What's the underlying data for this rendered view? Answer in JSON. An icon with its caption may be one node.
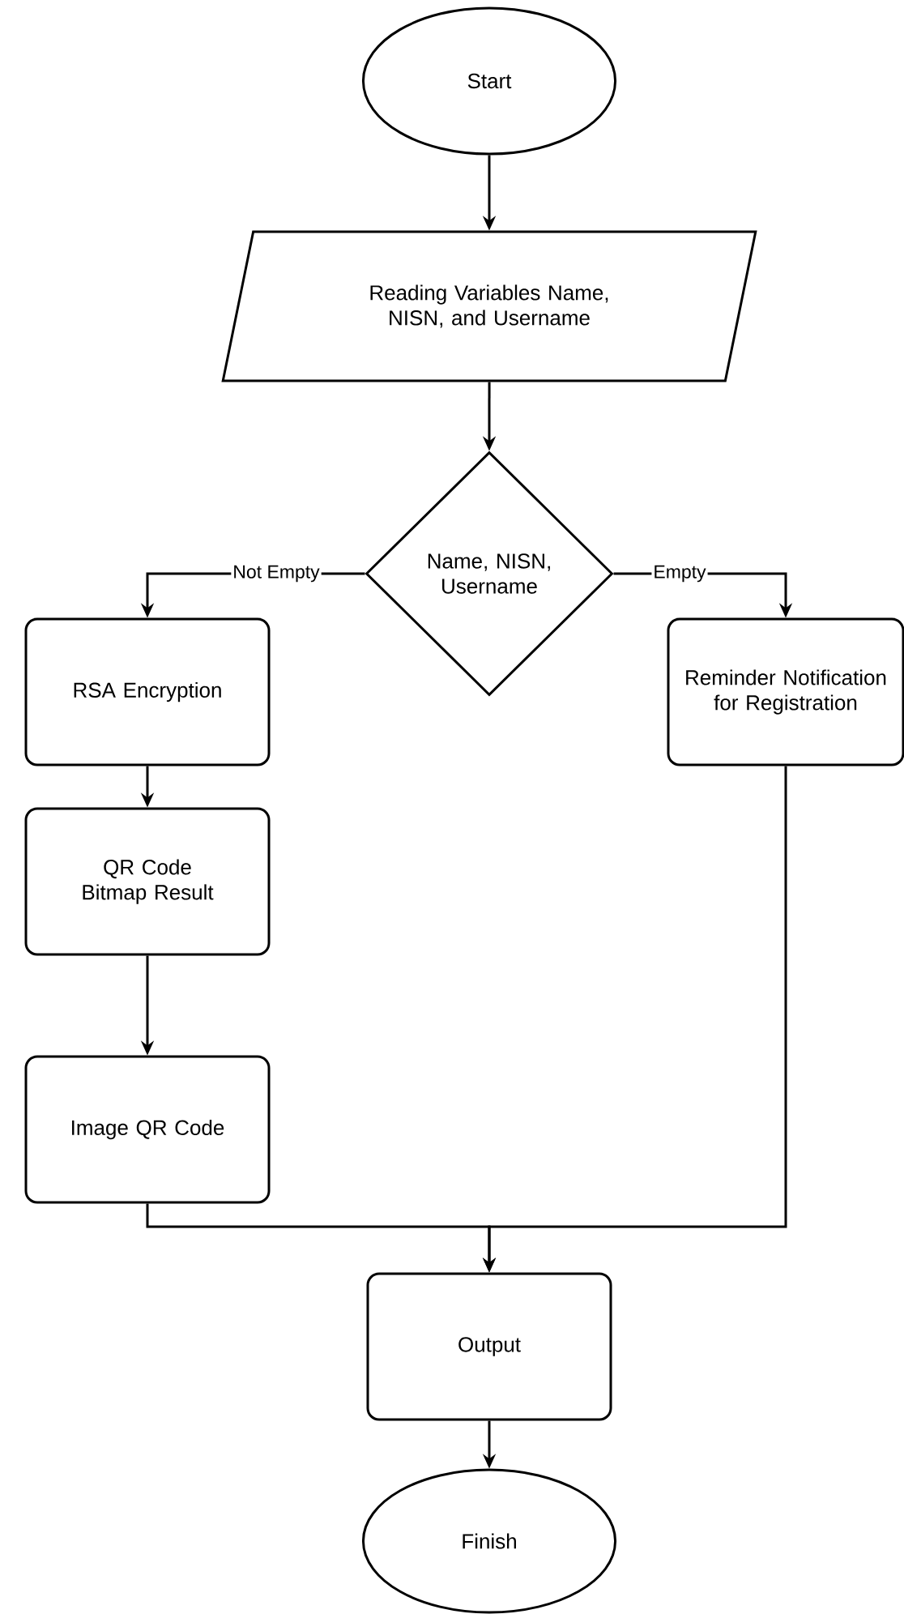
{
  "diagram": {
    "nodes": [
      {
        "text": [
          "Start"
        ]
      },
      {
        "text": [
          "Reading Variables Name, NISN, and Username"
        ]
      },
      {
        "text": [
          "Name, NISN, Username"
        ]
      },
      {
        "text": [
          "RSA Encryption"
        ]
      },
      {
        "text": [
          "Reminder Notification for Registration"
        ]
      },
      {
        "text": [
          "QR Code Bitmap Result"
        ]
      },
      {
        "text": [
          "Image QR Code"
        ]
      },
      {
        "text": [
          "Output"
        ]
      },
      {
        "text": [
          "Finish"
        ]
      }
    ],
    "edges": [
      {
        "from": 0,
        "to": 1,
        "arrow": "to"
      },
      {
        "from": 1,
        "to": 2,
        "arrow": "to"
      },
      {
        "from": 2,
        "to": 3,
        "arrow": "to",
        "label": "Not Empty"
      },
      {
        "from": 2,
        "to": 4,
        "arrow": "to",
        "label": "Empty"
      },
      {
        "from": 3,
        "to": 5,
        "arrow": "to"
      },
      {
        "from": 5,
        "to": 6,
        "arrow": "to"
      },
      {
        "from": 6,
        "to": 7,
        "arrow": "to"
      },
      {
        "from": 4,
        "to": 7,
        "arrow": "to"
      },
      {
        "from": 7,
        "to": 8,
        "arrow": "to"
      }
    ]
  }
}
